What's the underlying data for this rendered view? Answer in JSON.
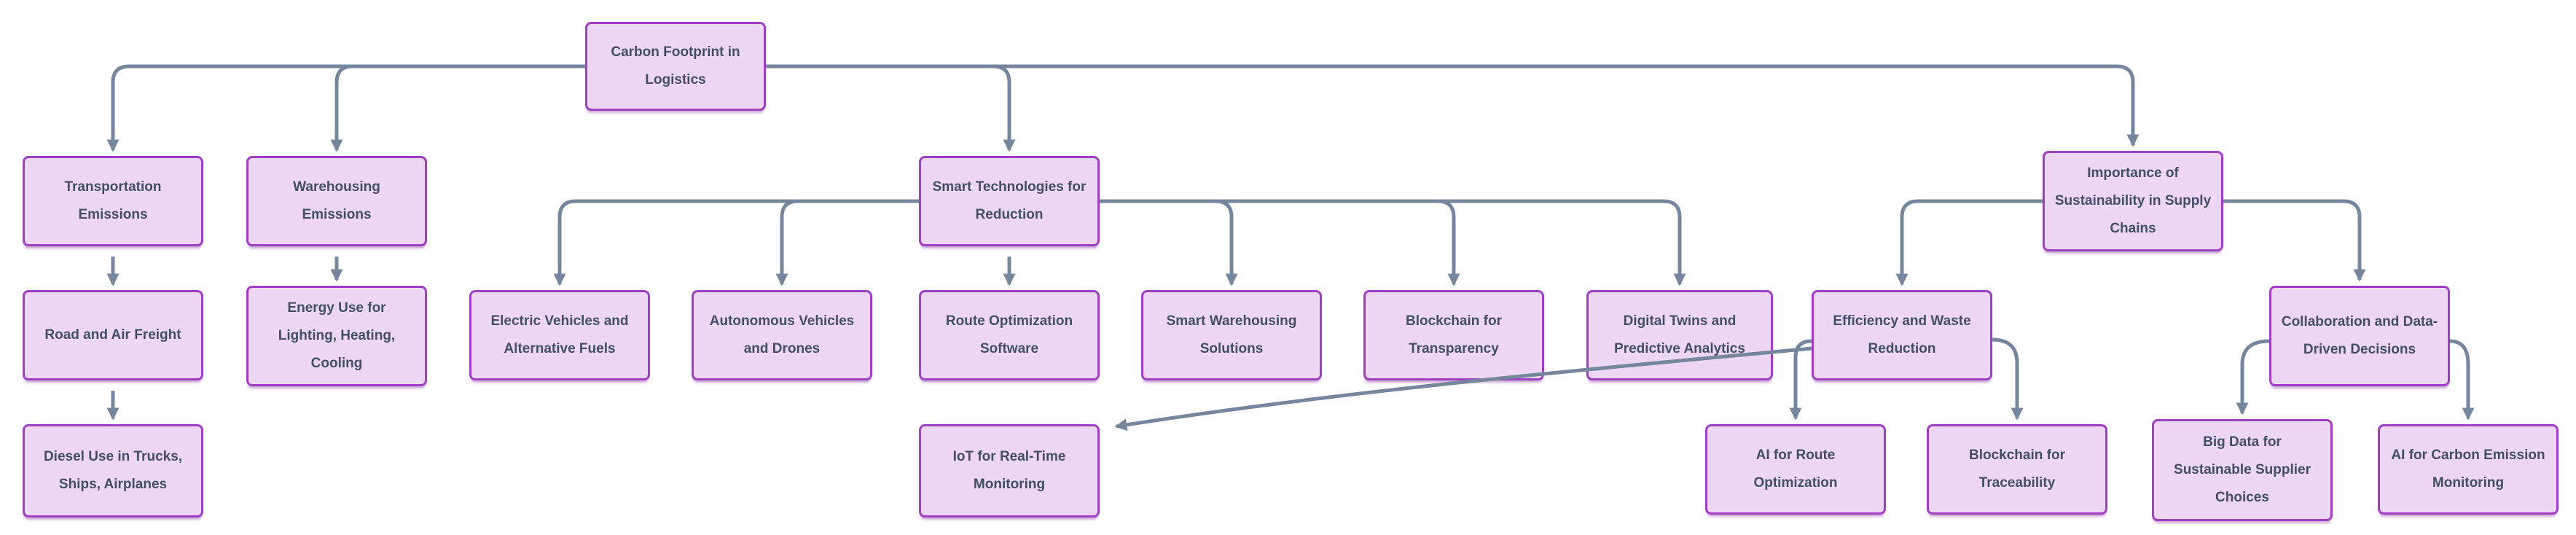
{
  "diagram": {
    "title": "Carbon Footprint in Logistics",
    "type": "mind-map-flowchart"
  },
  "theme": {
    "background": "#FFFFFF",
    "node_fill": "#EDD7F5",
    "node_border": "#9E3FC4",
    "node_text": "#434E66",
    "connector": "#76879D"
  },
  "nodes": {
    "root": {
      "label": "Carbon Footprint in Logistics"
    },
    "transportation": {
      "label": "Transportation Emissions"
    },
    "warehousing": {
      "label": "Warehousing Emissions"
    },
    "smart_tech": {
      "label": "Smart Technologies for Reduction"
    },
    "importance": {
      "label": "Importance of Sustainability in Supply Chains"
    },
    "road_air": {
      "label": "Road and Air Freight"
    },
    "energy_use": {
      "label": "Energy Use for Lighting, Heating, Cooling"
    },
    "electric_vehicles": {
      "label": "Electric Vehicles and Alternative Fuels"
    },
    "autonomous": {
      "label": "Autonomous Vehicles and Drones"
    },
    "route_opt": {
      "label": "Route Optimization Software"
    },
    "smart_warehousing": {
      "label": "Smart Warehousing Solutions"
    },
    "blockchain_transparency": {
      "label": "Blockchain for Transparency"
    },
    "digital_twins": {
      "label": "Digital Twins and Predictive Analytics"
    },
    "efficiency": {
      "label": "Efficiency and Waste Reduction"
    },
    "collaboration": {
      "label": "Collaboration and Data-Driven Decisions"
    },
    "diesel": {
      "label": "Diesel Use in Trucks, Ships, Airplanes"
    },
    "iot": {
      "label": "IoT for Real-Time Monitoring"
    },
    "ai_route": {
      "label": "AI for Route Optimization"
    },
    "blockchain_traceability": {
      "label": "Blockchain for Traceability"
    },
    "big_data": {
      "label": "Big Data for Sustainable Supplier Choices"
    },
    "ai_carbon": {
      "label": "AI for Carbon Emission Monitoring"
    }
  },
  "edges": [
    {
      "from": "root",
      "to": "transportation"
    },
    {
      "from": "root",
      "to": "warehousing"
    },
    {
      "from": "root",
      "to": "smart_tech"
    },
    {
      "from": "root",
      "to": "importance"
    },
    {
      "from": "transportation",
      "to": "road_air"
    },
    {
      "from": "road_air",
      "to": "diesel"
    },
    {
      "from": "warehousing",
      "to": "energy_use"
    },
    {
      "from": "smart_tech",
      "to": "electric_vehicles"
    },
    {
      "from": "smart_tech",
      "to": "autonomous"
    },
    {
      "from": "smart_tech",
      "to": "route_opt"
    },
    {
      "from": "smart_tech",
      "to": "smart_warehousing"
    },
    {
      "from": "smart_tech",
      "to": "blockchain_transparency"
    },
    {
      "from": "smart_tech",
      "to": "digital_twins"
    },
    {
      "from": "importance",
      "to": "efficiency"
    },
    {
      "from": "importance",
      "to": "collaboration"
    },
    {
      "from": "efficiency",
      "to": "ai_route"
    },
    {
      "from": "efficiency",
      "to": "blockchain_traceability"
    },
    {
      "from": "collaboration",
      "to": "big_data"
    },
    {
      "from": "collaboration",
      "to": "ai_carbon"
    },
    {
      "from": "efficiency",
      "to": "iot"
    }
  ]
}
